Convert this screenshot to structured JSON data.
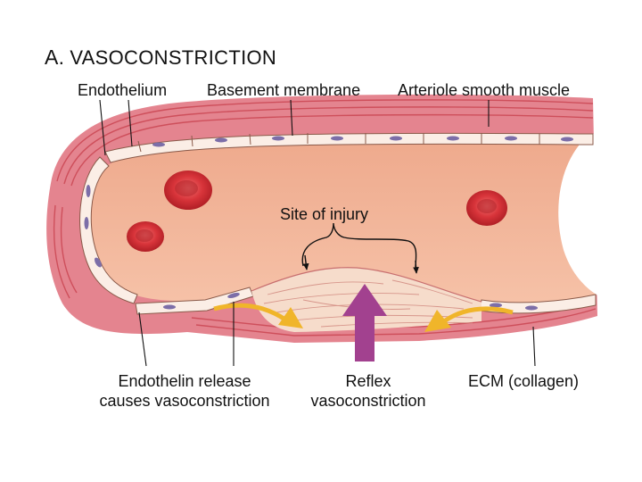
{
  "title": {
    "letter": "A.",
    "text": "VASOCONSTRICTION"
  },
  "labels": {
    "endothelium": "Endothelium",
    "basement_membrane": "Basement membrane",
    "smooth_muscle": "Arteriole smooth muscle",
    "site_of_injury": "Site of injury",
    "endothelin_line1": "Endothelin release",
    "endothelin_line2": "causes vasoconstriction",
    "reflex_line1": "Reflex",
    "reflex_line2": "vasoconstriction",
    "ecm": "ECM (collagen)"
  },
  "colors": {
    "muscle": "#e4848f",
    "muscle_stripe": "#c9424f",
    "lumen": "#f1b397",
    "endothelial_cell": "#fbeee6",
    "nucleus": "#7c6ea8",
    "rbc": "#cf2a30",
    "injury": "#f6dccb",
    "collagen": "#e9b9a6",
    "endothelin_arrow": "#f0b52a",
    "reflex_arrow": "#a2418f"
  }
}
